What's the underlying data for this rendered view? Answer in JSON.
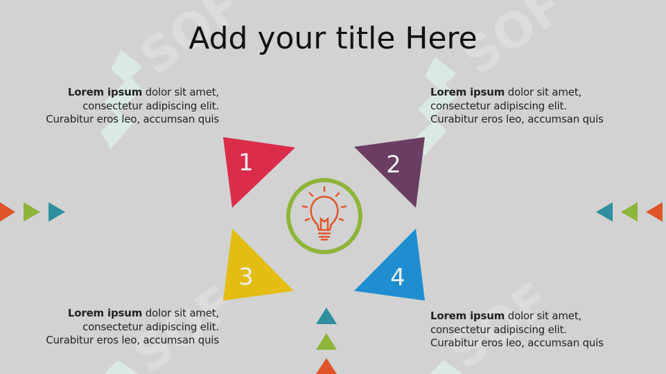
{
  "slide": {
    "title": "Add your title Here",
    "blocks": [
      {
        "bold": "Lorem ipsum",
        "line1": "dolor sit amet,",
        "line2": "consectetur adipiscing elit.",
        "line3": "Curabitur eros leo, accumsan quis"
      },
      {
        "bold": "Lorem ipsum",
        "line1": "dolor sit amet,",
        "line2": "consectetur adipiscing elit.",
        "line3": "Curabitur eros leo, accumsan quis"
      },
      {
        "bold": "Lorem ipsum",
        "line1": "dolor sit amet,",
        "line2": "consectetur adipiscing elit.",
        "line3": "Curabitur eros leo, accumsan quis"
      },
      {
        "bold": "Lorem ipsum",
        "line1": "dolor sit amet,",
        "line2": "consectetur adipiscing elit.",
        "line3": "Curabitur eros leo, accumsan quis"
      }
    ],
    "numbers": [
      "1",
      "2",
      "3",
      "4"
    ],
    "center_icon": "lightbulb-icon"
  },
  "colors": {
    "background": "#d2d2d2",
    "red": "#d92d4a",
    "purple": "#6b3d62",
    "yellow": "#e3bd12",
    "blue": "#1e8ed0",
    "orange": "#e0542a",
    "green": "#8db53a",
    "teal": "#2f8f9e",
    "watermark": "#e4efe9"
  }
}
